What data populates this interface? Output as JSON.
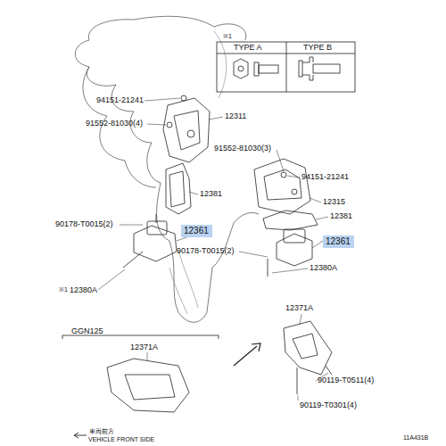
{
  "diagram": {
    "nodes": [
      {
        "text": [
          "12361"
        ]
      },
      {
        "text": [
          "12361"
        ]
      }
    ],
    "labels": [
      "※1",
      "TYPE A",
      "TYPE B",
      "94151-21241",
      "91552-81030(4)",
      "12311",
      "91552-81030(3)",
      "94151-21241",
      "12315",
      "12381",
      "12381",
      "90178-T0015(2)",
      "90178-T0015(2)",
      "※1",
      "12380A",
      "12380A",
      "GGN125",
      "12371A",
      "12371A",
      "90119-T0511(4)",
      "90119-T0301(4)",
      "車両前方",
      "VEHICLE FRONT SIDE",
      "11A431B"
    ]
  }
}
